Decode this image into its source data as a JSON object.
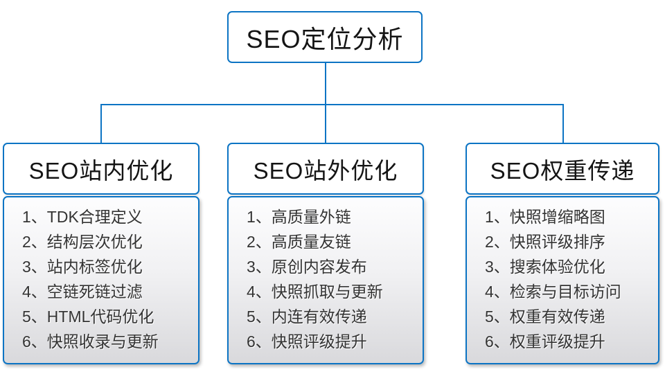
{
  "diagram": {
    "root_label": "SEO定位分析",
    "branches": [
      {
        "title": "SEO站内优化",
        "items": [
          "1、TDK合理定义",
          "2、结构层次优化",
          "3、站内标签优化",
          "4、空链死链过滤",
          "5、HTML代码优化",
          "6、快照收录与更新"
        ]
      },
      {
        "title": "SEO站外优化",
        "items": [
          "1、高质量外链",
          "2、高质量友链",
          "3、原创内容发布",
          "4、快照抓取与更新",
          "5、内连有效传递",
          "6、快照评级提升"
        ]
      },
      {
        "title": "SEO权重传递",
        "items": [
          "1、快照增缩略图",
          "2、快照评级排序",
          "3、搜索体验优化",
          "4、检索与目标访问",
          "5、权重有效传递",
          "6、权重评级提升"
        ]
      }
    ],
    "colors": {
      "line_blue": "#0C74C4",
      "box_border_blue": "#0C74C4",
      "body_gradient_top": "#FDFDFE",
      "body_gradient_bottom": "#D9D9DC",
      "header_text": "#141414",
      "list_text": "#333333"
    }
  }
}
